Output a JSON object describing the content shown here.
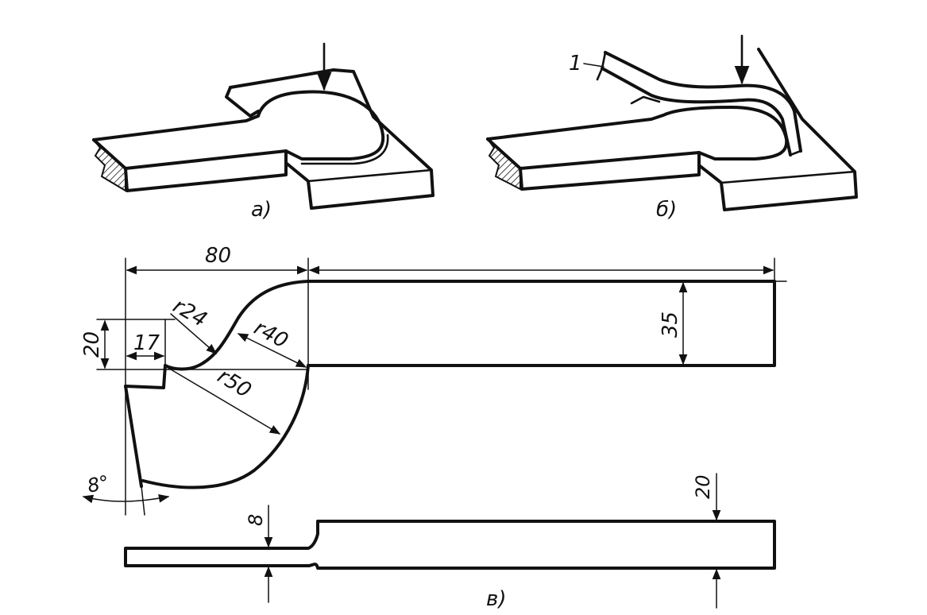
{
  "figure_a": {
    "label": "a)"
  },
  "figure_b": {
    "label": "б)",
    "part_number": "1"
  },
  "figure_v": {
    "label": "в)",
    "dimensions": {
      "length_80": "80",
      "radius_24": "r24",
      "radius_40": "r40",
      "radius_50": "r50",
      "height_20": "20",
      "width_17": "17",
      "width_35": "35",
      "angle_8": "8°",
      "thickness_8": "8",
      "thickness_20": "20"
    }
  }
}
